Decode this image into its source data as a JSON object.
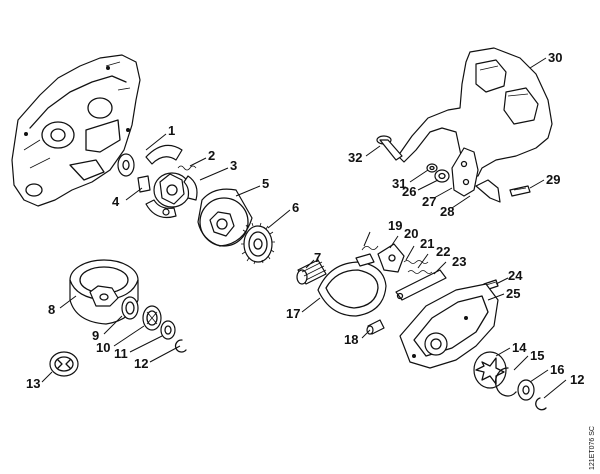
{
  "callouts": [
    "1",
    "2",
    "3",
    "4",
    "5",
    "6",
    "7",
    "8",
    "9",
    "10",
    "11",
    "12",
    "13",
    "14",
    "15",
    "16",
    "17",
    "18",
    "19",
    "20",
    "21",
    "22",
    "23",
    "24",
    "25",
    "26",
    "27",
    "28",
    "29",
    "30",
    "31",
    "32"
  ],
  "callout_12_second": "12",
  "drawing_code": "121ET076 SC"
}
